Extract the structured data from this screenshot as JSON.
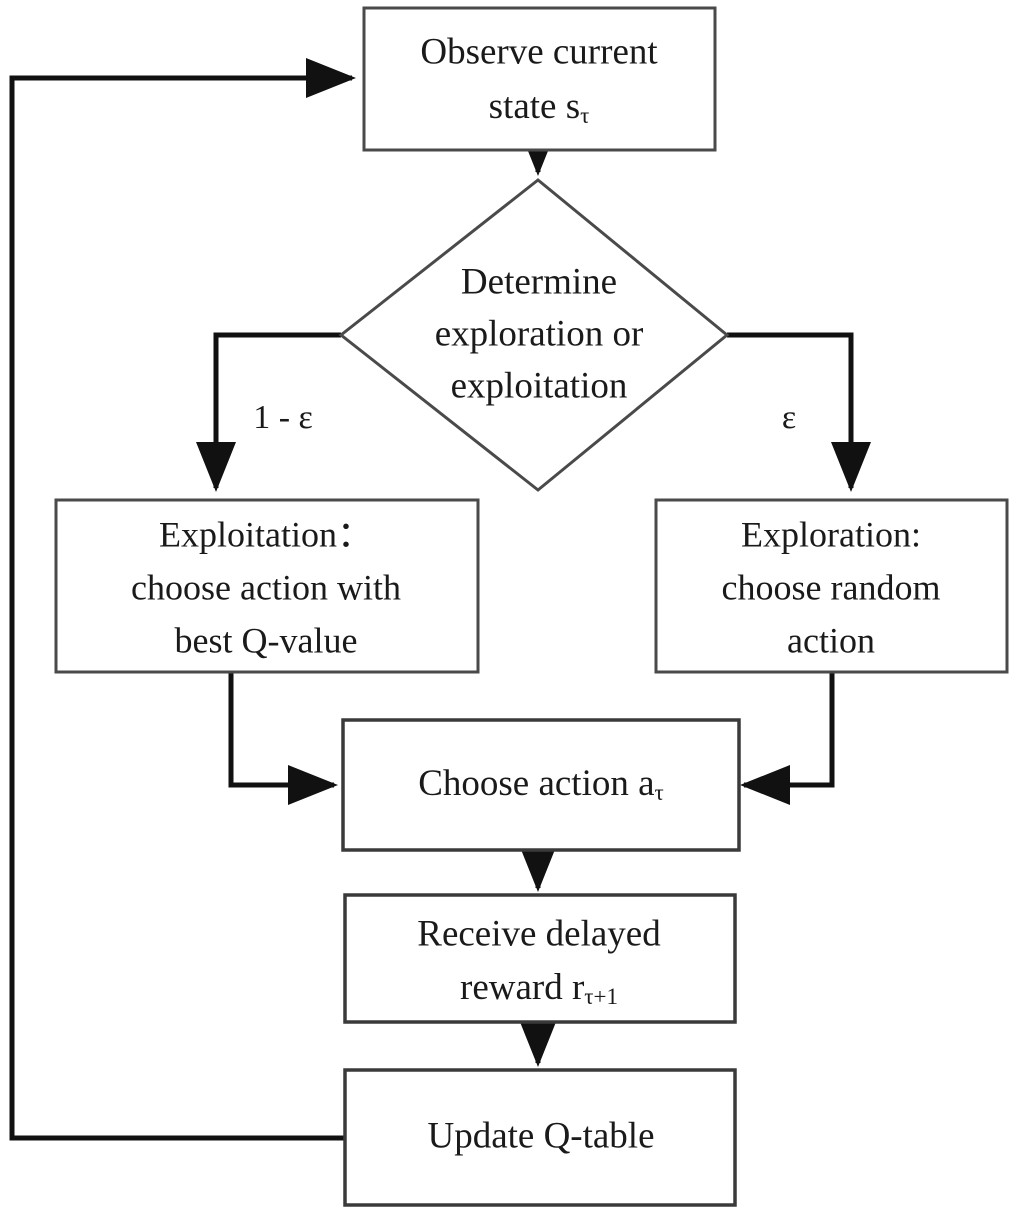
{
  "diagram": {
    "title": "Q-learning decision loop flowchart",
    "type": "flowchart",
    "background_color": "#ffffff",
    "line_color": "#111111",
    "box_stroke_color": "#4a4a4a",
    "text_color": "#1a1a1a"
  },
  "nodes": {
    "observe_state": {
      "shape": "rectangle",
      "line1": "Observe current",
      "line2_main": "state s",
      "line2_sub": "τ"
    },
    "decision": {
      "shape": "diamond",
      "line1": "Determine",
      "line2": "exploration or",
      "line3": "exploitation"
    },
    "exploitation": {
      "shape": "rectangle",
      "line1": "Exploitation：",
      "line2": "choose action with",
      "line3": "best Q-value"
    },
    "exploration": {
      "shape": "rectangle",
      "line1": "Exploration:",
      "line2": "choose random",
      "line3": "action"
    },
    "choose_action": {
      "shape": "rectangle",
      "line1_main": "Choose action a",
      "line1_sub": "τ"
    },
    "receive_reward": {
      "shape": "rectangle",
      "line1": "Receive delayed",
      "line2_main": "reward r",
      "line2_sub": "τ+1"
    },
    "update_qtable": {
      "shape": "rectangle",
      "line1": "Update Q-table"
    }
  },
  "edge_labels": {
    "exploit_branch": "1 - ε",
    "explore_branch": "ε"
  },
  "edges": [
    {
      "from": "observe_state",
      "to": "decision",
      "label": "",
      "arrow": true
    },
    {
      "from": "decision",
      "to": "exploitation",
      "label": "1 - ε",
      "arrow": true
    },
    {
      "from": "decision",
      "to": "exploration",
      "label": "ε",
      "arrow": true
    },
    {
      "from": "exploitation",
      "to": "choose_action",
      "label": "",
      "arrow": true
    },
    {
      "from": "exploration",
      "to": "choose_action",
      "label": "",
      "arrow": true
    },
    {
      "from": "choose_action",
      "to": "receive_reward",
      "label": "",
      "arrow": true
    },
    {
      "from": "receive_reward",
      "to": "update_qtable",
      "label": "",
      "arrow": true
    },
    {
      "from": "update_qtable",
      "to": "observe_state",
      "label": "",
      "arrow": true
    }
  ]
}
